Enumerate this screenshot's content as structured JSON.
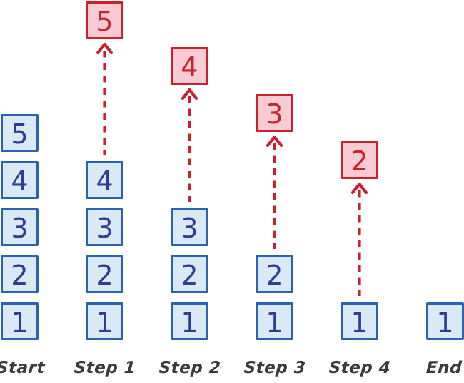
{
  "diagram": {
    "columns": [
      {
        "label": "Start",
        "stack": [
          "5",
          "4",
          "3",
          "2",
          "1"
        ]
      },
      {
        "label": "Step 1",
        "popped": "5",
        "stack": [
          "4",
          "3",
          "2",
          "1"
        ]
      },
      {
        "label": "Step 2",
        "popped": "4",
        "stack": [
          "3",
          "2",
          "1"
        ]
      },
      {
        "label": "Step 3",
        "popped": "3",
        "stack": [
          "2",
          "1"
        ]
      },
      {
        "label": "Step 4",
        "popped": "2",
        "stack": [
          "1"
        ]
      },
      {
        "label": "End",
        "stack": [
          "1"
        ]
      }
    ]
  },
  "colors": {
    "stack_box_border": "#2b63ae",
    "stack_box_fill": "#d9e9f6",
    "stack_box_text": "#2c3e93",
    "popped_box_border": "#cc202c",
    "popped_box_fill": "#f8ccd2",
    "popped_box_text": "#cc202c",
    "arrow": "#cc202c",
    "label_text": "#3b3b3b"
  }
}
